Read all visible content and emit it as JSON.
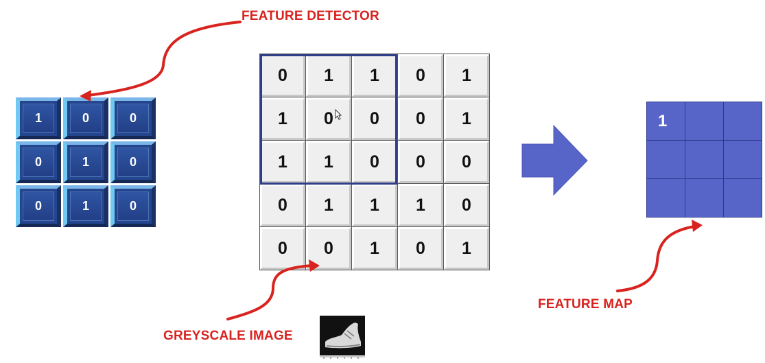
{
  "labels": {
    "feature_detector": "FEATURE DETECTOR",
    "greyscale_image": "GREYSCALE IMAGE",
    "feature_map": "FEATURE MAP"
  },
  "feature_detector": [
    [
      "1",
      "0",
      "0"
    ],
    [
      "0",
      "1",
      "0"
    ],
    [
      "0",
      "1",
      "0"
    ]
  ],
  "greyscale_image": [
    [
      "0",
      "1",
      "1",
      "0",
      "1"
    ],
    [
      "1",
      "0",
      "0",
      "0",
      "1"
    ],
    [
      "1",
      "1",
      "0",
      "0",
      "0"
    ],
    [
      "0",
      "1",
      "1",
      "1",
      "0"
    ],
    [
      "0",
      "0",
      "1",
      "0",
      "1"
    ]
  ],
  "feature_map": [
    [
      "1",
      "",
      ""
    ],
    [
      "",
      "",
      ""
    ],
    [
      "",
      "",
      ""
    ]
  ],
  "colors": {
    "label_red": "#d8231f",
    "kernel_blue": "#24468f",
    "window_border": "#2f3e88",
    "map_blue": "#5865c8",
    "arrow_blue": "#5865c8"
  },
  "icons": [
    "curved-arrow-icon",
    "right-arrow-icon",
    "shoe-thumbnail-icon",
    "mouse-pointer-icon"
  ]
}
